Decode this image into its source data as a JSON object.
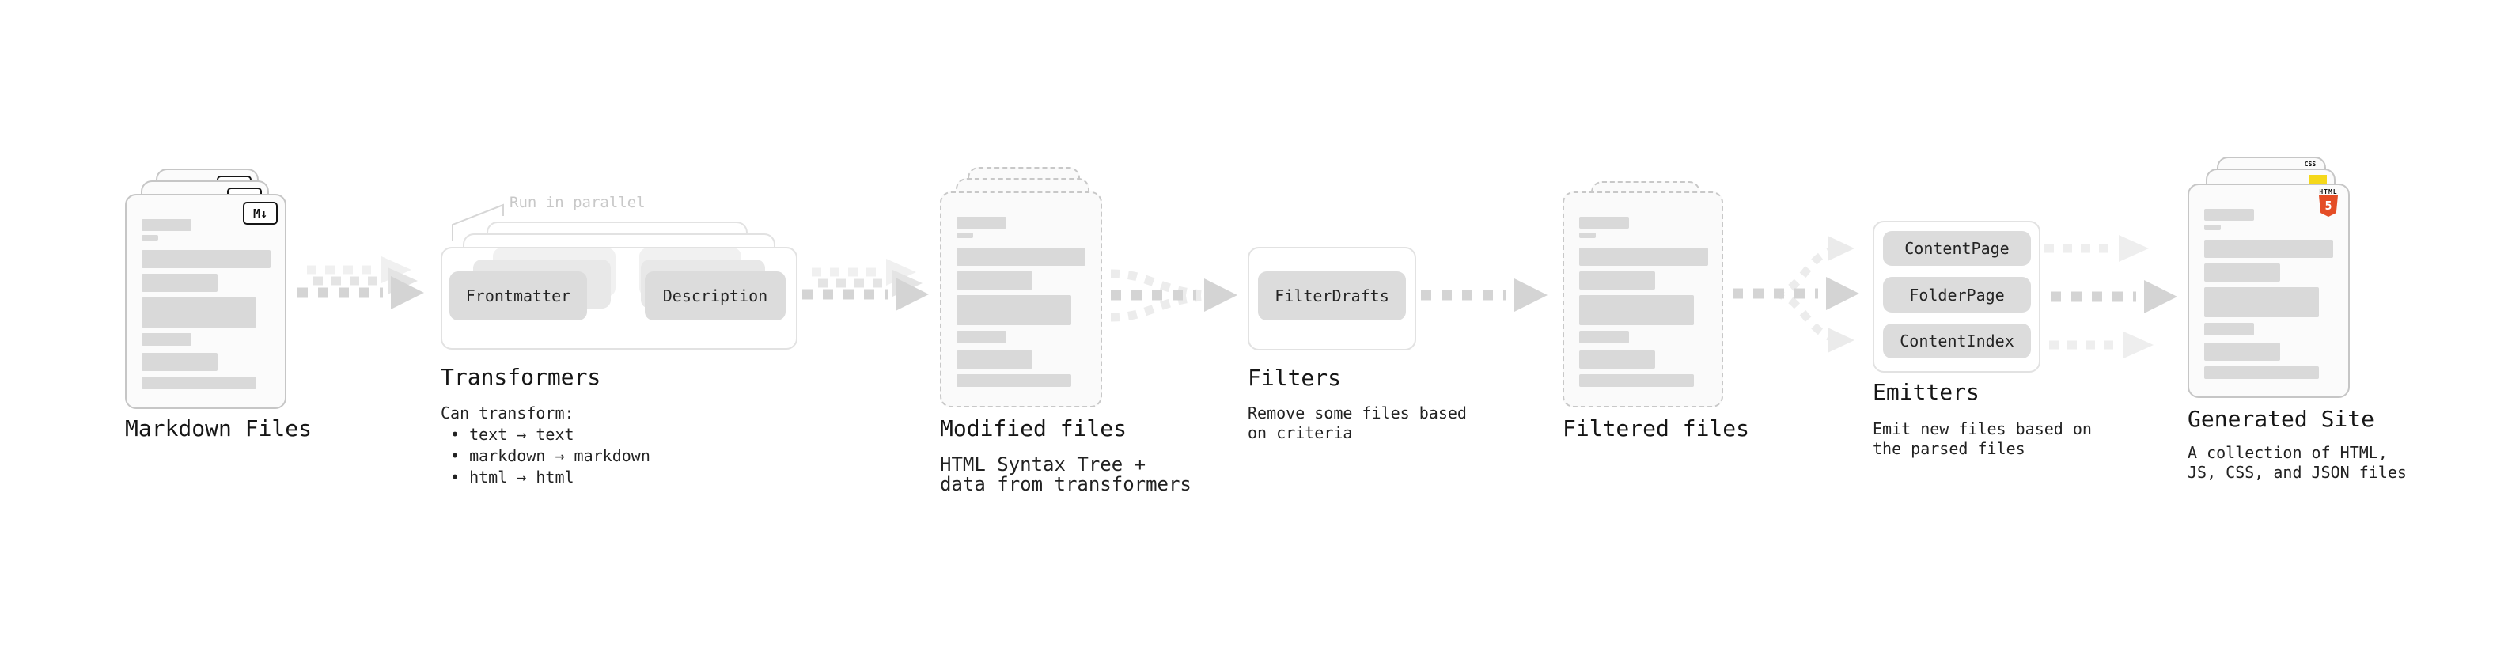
{
  "diagram": {
    "markdown_files": {
      "title": "Markdown Files",
      "icon_label": "M↓"
    },
    "transformers": {
      "annotation": "Run in parallel",
      "box1": "Frontmatter",
      "box2": "Description",
      "title": "Transformers",
      "description_heading": "Can transform:",
      "bullets": [
        "• text → text",
        "• markdown → markdown",
        "• html → html"
      ]
    },
    "modified_files": {
      "title": "Modified files",
      "subtitle": "HTML Syntax Tree +\ndata from transformers"
    },
    "filters": {
      "box1": "FilterDrafts",
      "title": "Filters",
      "subtitle": "Remove some files based\non criteria"
    },
    "filtered_files": {
      "title": "Filtered files"
    },
    "emitters": {
      "box1": "ContentPage",
      "box2": "FolderPage",
      "box3": "ContentIndex",
      "title": "Emitters",
      "subtitle": "Emit new files based on\nthe parsed files"
    },
    "generated_site": {
      "title": "Generated Site",
      "subtitle": "A collection of HTML,\nJS, CSS, and JSON files",
      "html5_icon_word": "HTML",
      "html5_icon_number": "5",
      "css_icon_word": "CSS"
    },
    "colors": {
      "arrow_gray": "#d4d4d4",
      "arrow_light_gray": "#ececec",
      "html5_orange": "#e44d26",
      "js_yellow": "#f5d81a",
      "css_blue": "#2760e8",
      "card_border": "#c6c6c6",
      "bar_fill": "#d9d9d9"
    }
  }
}
